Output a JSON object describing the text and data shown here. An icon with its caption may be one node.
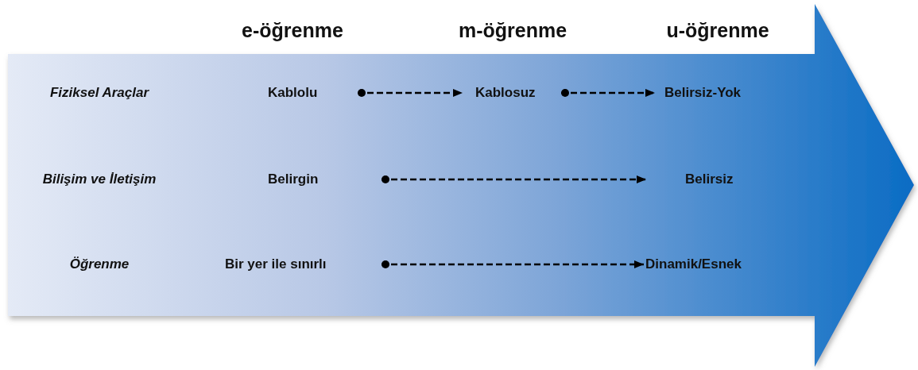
{
  "diagram": {
    "nodes": [
      {
        "text": [
          "Kablolu"
        ]
      },
      {
        "text": [
          "Kablosuz"
        ]
      },
      {
        "text": [
          "Belirsiz-Yok"
        ]
      },
      {
        "text": [
          "Belirgin"
        ]
      },
      {
        "text": [
          "Belirsiz"
        ]
      },
      {
        "text": [
          "Bir yer ile sınırlı"
        ]
      },
      {
        "text": [
          "Dinamik/Esnek"
        ]
      }
    ],
    "edges": [
      {
        "from": 0,
        "to": 1,
        "arrow": "to",
        "style": "dashed"
      },
      {
        "from": 1,
        "to": 2,
        "arrow": "to",
        "style": "dashed"
      },
      {
        "from": 3,
        "to": 4,
        "arrow": "to",
        "style": "dashed"
      },
      {
        "from": 5,
        "to": 6,
        "arrow": "to",
        "style": "dashed"
      }
    ],
    "labels": [
      "e-öğrenme",
      "m-öğrenme",
      "u-öğrenme",
      "Fiziksel Araçlar",
      "Bilişim ve İletişim",
      "Öğrenme"
    ]
  }
}
